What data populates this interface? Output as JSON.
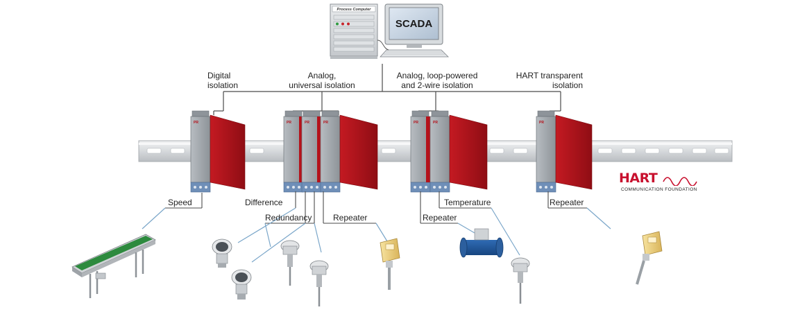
{
  "top": {
    "process_computer_label": "Process Computer",
    "scada_label": "SCADA"
  },
  "categories": {
    "digital_line1": "Digital",
    "digital_line2": "isolation",
    "analog_line1": "Analog,",
    "analog_line2": "universal isolation",
    "loop_line1": "Analog, loop-powered",
    "loop_line2": "and 2-wire isolation",
    "hart_line1": "HART transparent",
    "hart_line2": "isolation"
  },
  "functions": {
    "speed": "Speed",
    "difference": "Difference",
    "redundancy": "Redundancy",
    "repeater_1": "Repeater",
    "repeater_2": "Repeater",
    "temperature": "Temperature",
    "repeater_3": "Repeater"
  },
  "modules": {
    "brand": "PR"
  },
  "logo": {
    "hart_word": "HART",
    "hart_sub": "COMMUNICATION FOUNDATION"
  },
  "colors": {
    "module_red": "#b5121b",
    "module_grey": "#9aa0a6",
    "terminal_blue": "#6f8fb8",
    "line": "#4a4a4a",
    "signal_blue": "#7aa6c9",
    "rail": "#d9dcdf"
  }
}
